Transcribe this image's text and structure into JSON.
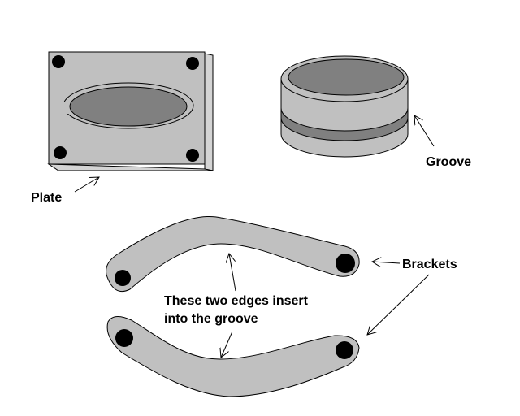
{
  "labels": {
    "plate": "Plate",
    "groove": "Groove",
    "brackets": "Brackets",
    "edges_line1": "These two edges insert",
    "edges_line2": "into the groove"
  },
  "colors": {
    "part_fill": "#c0c0c0",
    "part_side": "#d4d4d4",
    "recess": "#808080",
    "hole": "#000000",
    "outline": "#000000",
    "background": "#ffffff"
  }
}
